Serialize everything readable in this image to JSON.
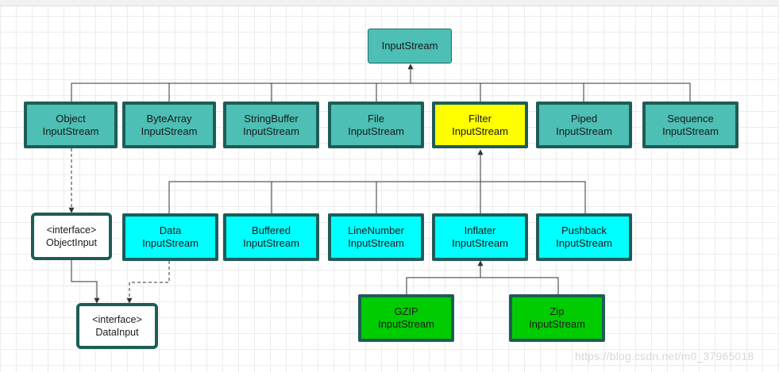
{
  "nodes": {
    "input_stream": "InputStream",
    "object": [
      "Object",
      "InputStream"
    ],
    "byte_array": [
      "ByteArray",
      "InputStream"
    ],
    "string_buffer": [
      "StringBuffer",
      "InputStream"
    ],
    "file": [
      "File",
      "InputStream"
    ],
    "filter": [
      "Filter",
      "InputStream"
    ],
    "piped": [
      "Piped",
      "InputStream"
    ],
    "sequence": [
      "Sequence",
      "InputStream"
    ],
    "object_input": [
      "<interface>",
      "ObjectInput"
    ],
    "data": [
      "Data",
      "InputStream"
    ],
    "buffered": [
      "Buffered",
      "InputStream"
    ],
    "line_number": [
      "LineNumber",
      "InputStream"
    ],
    "inflater": [
      "Inflater",
      "InputStream"
    ],
    "pushback": [
      "Pushback",
      "InputStream"
    ],
    "data_input": [
      "<interface>",
      "DataInput"
    ],
    "gzip": [
      "GZIP",
      "InputStream"
    ],
    "zip": [
      "Zip",
      "InputStream"
    ]
  },
  "colors": {
    "top_fill": "#4dbfb4",
    "class_fill": "#4dbfb4",
    "filter_fill": "#ffff00",
    "filter_subclass_fill": "#00ffff",
    "inflater_subclass_fill": "#00cc00",
    "interface_fill": "#ffffff",
    "border": "#1e5c57",
    "line": "#333333"
  },
  "watermark": "https://blog.csdn.net/m0_37965018"
}
